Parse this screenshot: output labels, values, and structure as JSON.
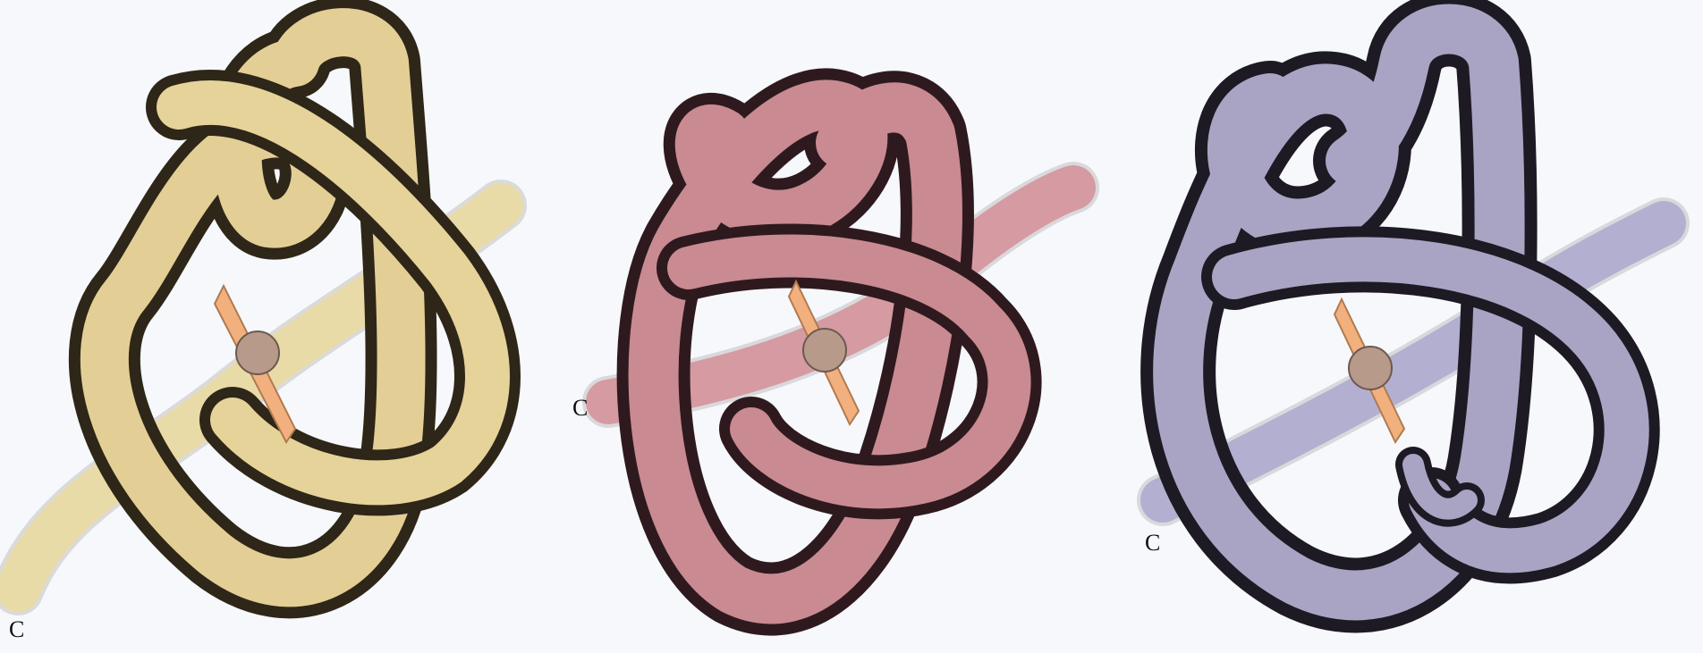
{
  "panels": [
    {
      "id": "yellow-knot",
      "tube_color": "#e6d39a",
      "tube_dark": "#3a3020",
      "label": "C"
    },
    {
      "id": "pink-knot",
      "tube_color": "#c98a92",
      "tube_dark": "#3a2226",
      "label": "C"
    },
    {
      "id": "lavender-knot",
      "tube_color": "#a9a4c4",
      "tube_dark": "#2a2630",
      "label": "C"
    }
  ],
  "colors": {
    "background": "#f6f8fb",
    "cofactor_plate": "#f2b07e",
    "cofactor_ball": "#b89a8a"
  }
}
